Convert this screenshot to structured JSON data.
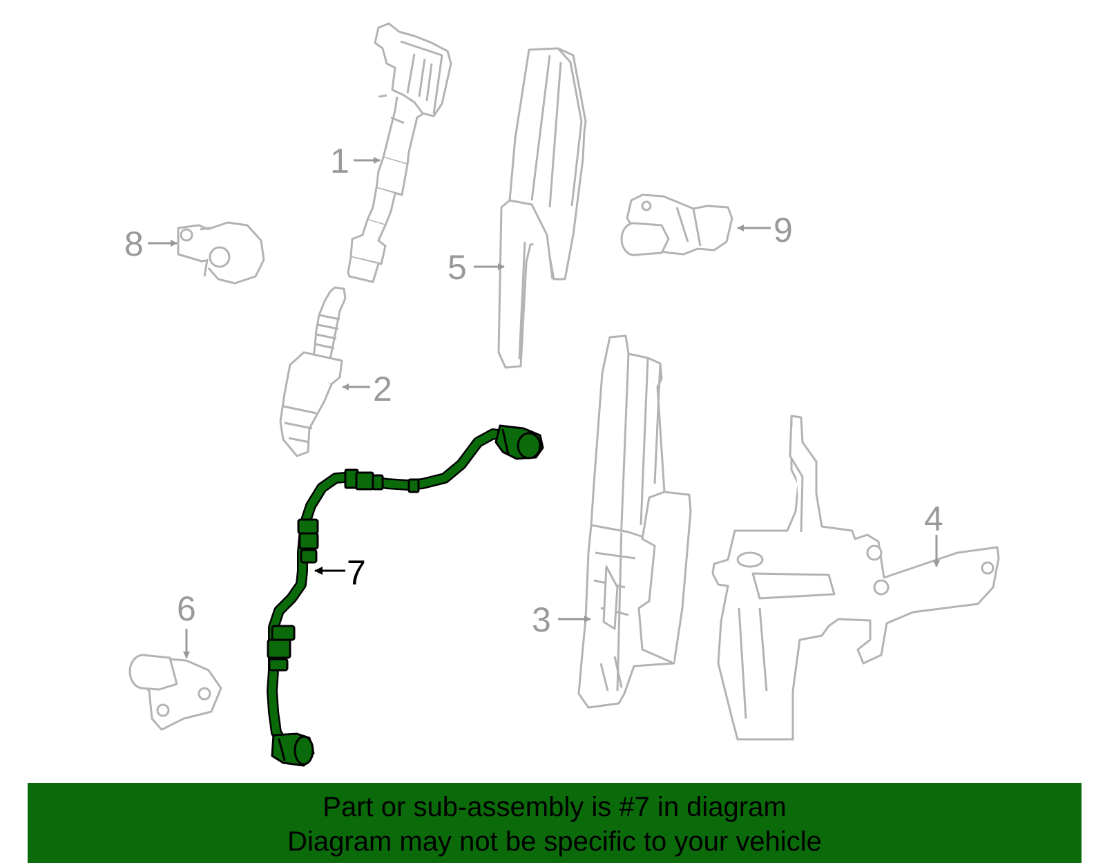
{
  "colors": {
    "part_outline": "#b3b3b3",
    "highlight_fill": "#0b6b0b",
    "highlight_stroke": "#000000",
    "banner_background": "#0b6b0b",
    "banner_text": "#000000",
    "callout_gray": "#999999",
    "callout_highlight": "#000000"
  },
  "callouts": {
    "c1": "1",
    "c2": "2",
    "c3": "3",
    "c4": "4",
    "c5": "5",
    "c6": "6",
    "c7": "7",
    "c8": "8",
    "c9": "9"
  },
  "banner": {
    "line1": "Part or sub-assembly is #7 in diagram",
    "line2": "Diagram may not be specific to your vehicle"
  }
}
